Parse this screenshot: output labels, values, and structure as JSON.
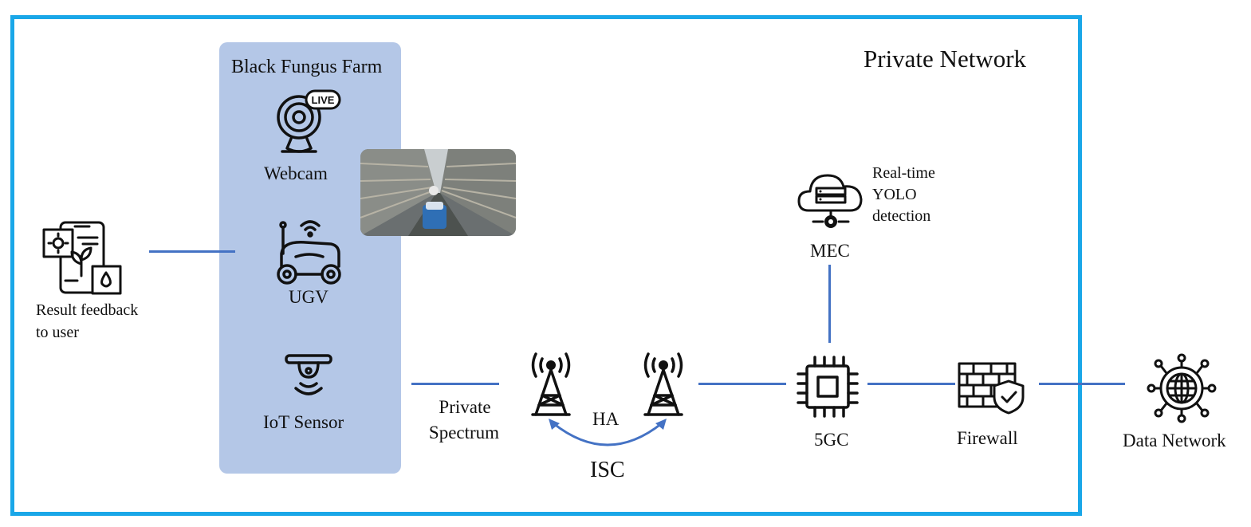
{
  "network": {
    "title": "Private Network"
  },
  "farm": {
    "title": "Black Fungus Farm",
    "webcam_label": "Webcam",
    "webcam_badge": "LIVE",
    "ugv_label": "UGV",
    "sensor_label": "IoT Sensor"
  },
  "user": {
    "label_line1": "Result feedback",
    "label_line2": "to user"
  },
  "spectrum": {
    "line1": "Private",
    "line2": "Spectrum"
  },
  "towers": {
    "ha_label": "HA",
    "isc_label": "ISC"
  },
  "mec": {
    "label": "MEC",
    "note_line1": "Real-time",
    "note_line2": "YOLO",
    "note_line3": "detection"
  },
  "core": {
    "label": "5GC"
  },
  "firewall": {
    "label": "Firewall"
  },
  "data_network": {
    "label": "Data Network"
  },
  "colors": {
    "frame": "#1aa7e8",
    "panel": "#b4c7e7",
    "connector": "#4472c4"
  },
  "icons": [
    "smartphone-plant-icon",
    "webcam-icon",
    "ugv-robot-icon",
    "iot-sensor-icon",
    "radio-tower-icon",
    "cloud-server-icon",
    "chip-icon",
    "firewall-icon",
    "globe-network-icon"
  ]
}
